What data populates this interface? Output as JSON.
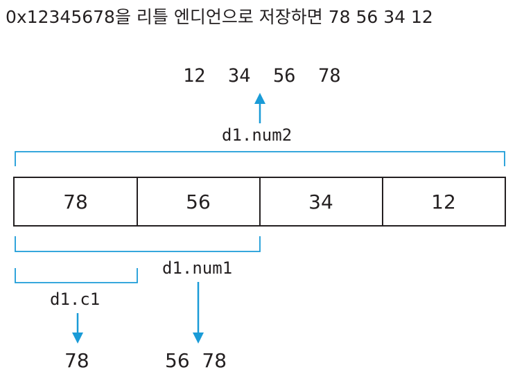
{
  "caption": "0x12345678을 리틀 엔디언으로 저장하면 78 56 34 12",
  "num2_value": "12  34  56  78",
  "num2_label": "d1.num2",
  "bytes": [
    "78",
    "56",
    "34",
    "12"
  ],
  "num1_label": "d1.num1",
  "c1_label": "d1.c1",
  "c1_value": "78",
  "num1_value": "56  78",
  "colors": {
    "accent": "#1a9bd7",
    "ink": "#231f20"
  }
}
